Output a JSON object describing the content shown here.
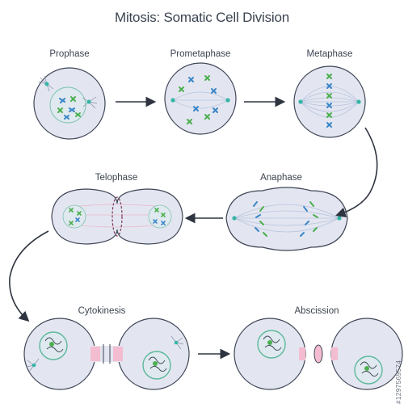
{
  "title": "Mitosis: Somatic Cell Division",
  "stages": {
    "prophase": "Prophase",
    "prometaphase": "Prometaphase",
    "metaphase": "Metaphase",
    "anaphase": "Anaphase",
    "telophase": "Telophase",
    "cytokinesis": "Cytokinesis",
    "abscission": "Abscission"
  },
  "watermark_id": "#1297569574",
  "colors": {
    "cell_fill": "#e3e6f0",
    "cell_stroke": "#3f4656",
    "spindle": "#b9c4df",
    "chromosome_blue": "#3a86c8",
    "chromosome_green": "#4caf50",
    "centrosome": "#33b5a6",
    "nucleus": "#5bb89a",
    "midbody": "#f4bcd0",
    "arrow": "#2f3540"
  }
}
